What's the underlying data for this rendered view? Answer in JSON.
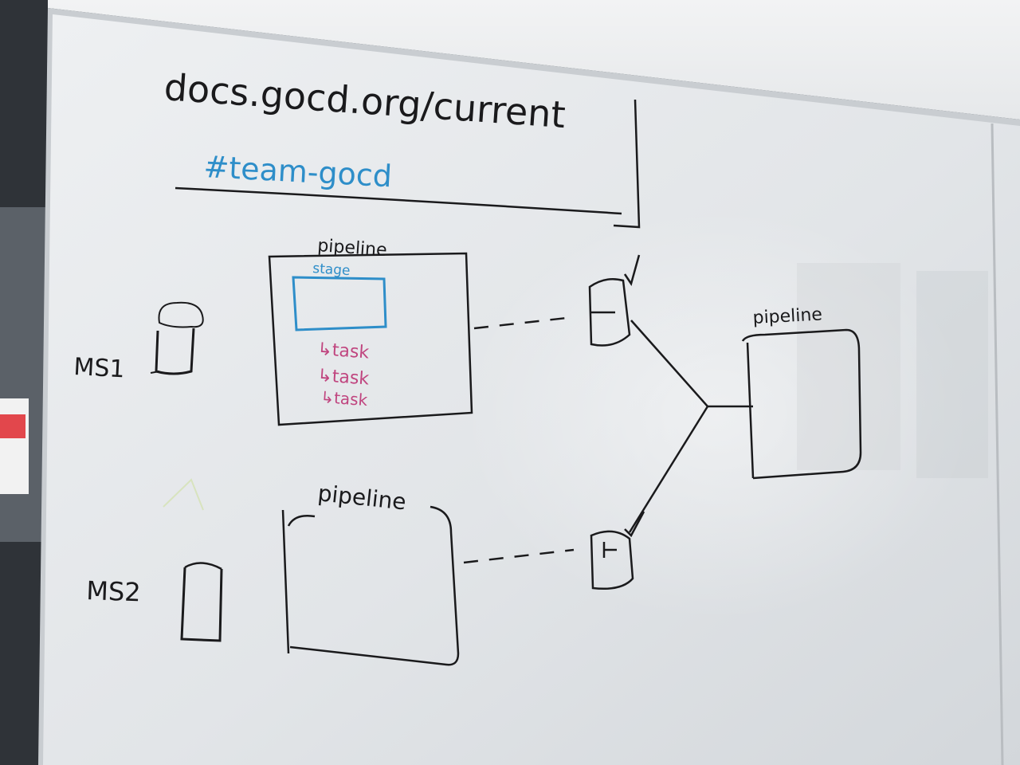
{
  "whiteboard": {
    "header": {
      "url": "docs.gocd.org/current",
      "channel": "#team-gocd"
    },
    "materials": [
      {
        "label": "MS1"
      },
      {
        "label": "MS2"
      }
    ],
    "pipeline_top": {
      "label": "pipeline",
      "stage_label": "stage",
      "tasks": [
        "↳task",
        "↳task",
        "↳task"
      ]
    },
    "pipeline_bottom": {
      "label": "pipeline"
    },
    "pipeline_right": {
      "label": "pipeline"
    }
  },
  "colors": {
    "board": "#e4e7ea",
    "frame": "#d7dadd",
    "marker_black": "#1a1a1c",
    "marker_blue": "#2e8ec9",
    "marker_magenta": "#c0457f"
  }
}
